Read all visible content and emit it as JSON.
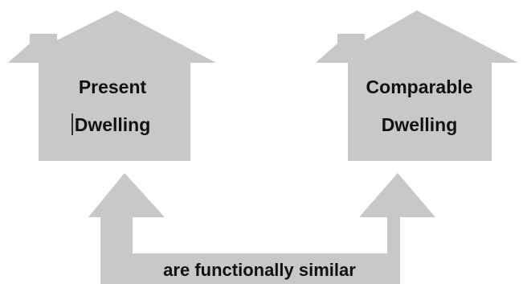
{
  "colors": {
    "shape_fill": "#c8c8c8",
    "text": "#111111",
    "background": "#ffffff"
  },
  "houses": [
    {
      "line1": "Present",
      "line2": "Dwelling"
    },
    {
      "line1": "Comparable",
      "line2": "Dwelling"
    }
  ],
  "arrow": {
    "label": "are functionally similar",
    "shape": "double-headed-u-arrow"
  }
}
